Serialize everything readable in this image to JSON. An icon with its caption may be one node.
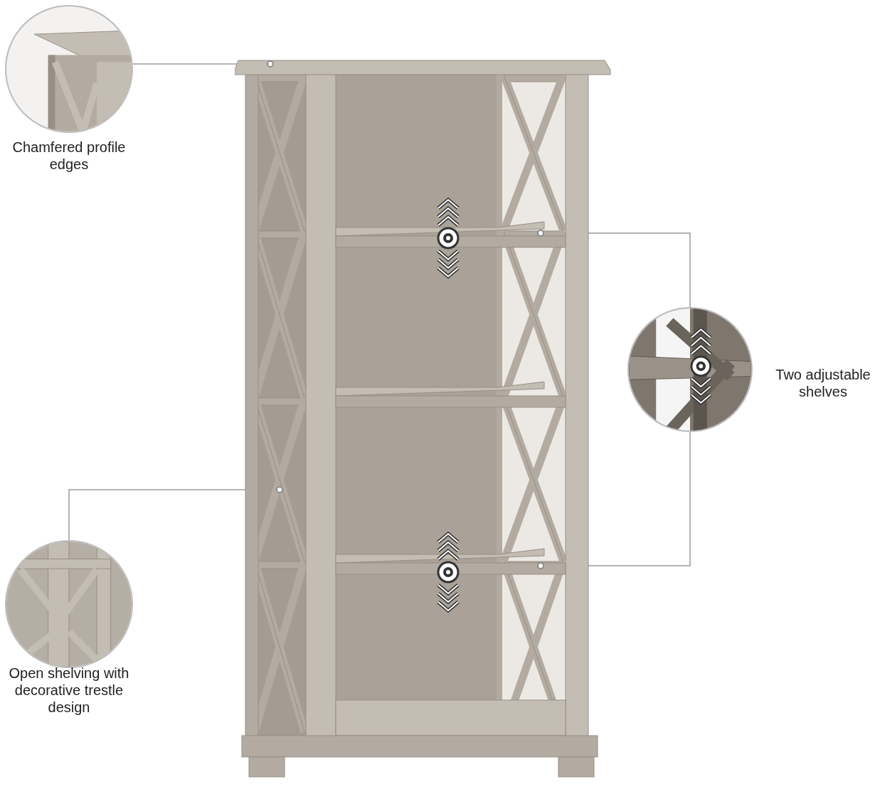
{
  "diagram": {
    "nodes": [
      {
        "text": [
          "Chamfered profile edges"
        ]
      },
      {
        "text": [],
        "shape": "picture"
      },
      {
        "text": [],
        "shape": "circle",
        "in": 1
      },
      {
        "text": [],
        "shape": "circle",
        "in": 1
      },
      {
        "text": [],
        "shape": "circle",
        "in": 1
      },
      {
        "text": [],
        "shape": "circle",
        "in": 1
      },
      {
        "text": [
          "Two adjustable shelves"
        ]
      },
      {
        "text": [
          "Open shelving with decorative trestle design"
        ]
      }
    ],
    "edges": [
      {
        "from": 0,
        "to": 2,
        "arrow": "none"
      },
      {
        "from": 6,
        "to": 3,
        "arrow": "none"
      },
      {
        "from": 6,
        "to": 5,
        "arrow": "none"
      },
      {
        "from": 7,
        "to": 4,
        "arrow": "none"
      }
    ]
  }
}
